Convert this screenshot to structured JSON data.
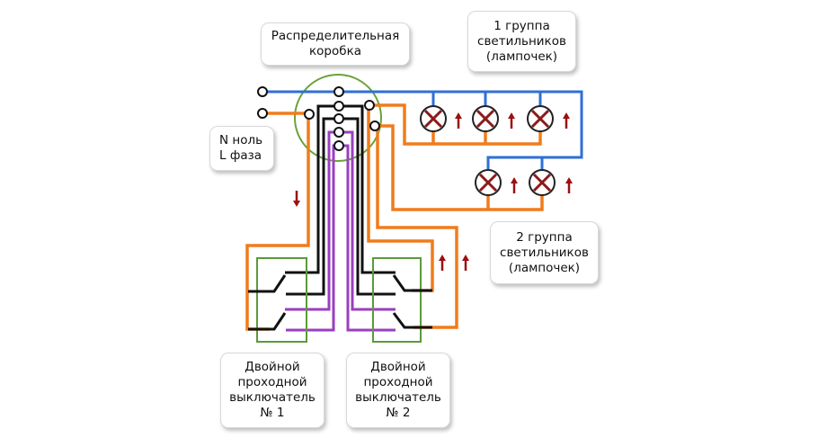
{
  "labels": {
    "junction_box": [
      "Распределительная",
      "коробка"
    ],
    "group1": [
      "1 группа",
      "светильников",
      "(лампочек)"
    ],
    "supply": [
      "N ноль",
      "L фаза"
    ],
    "group2": [
      "2 группа",
      "светильников",
      "(лампочек)"
    ],
    "switch1": [
      "Двойной",
      "проходной",
      "выключатель",
      "№ 1"
    ],
    "switch2": [
      "Двойной",
      "проходной",
      "выключатель",
      "№ 2"
    ]
  },
  "colors": {
    "neutral_wire": "#2f6fd6",
    "phase_wire": "#f07c1c",
    "traveler_black": "#111111",
    "traveler_purple": "#9a3fc0",
    "junction_box_outline": "#6aa23a",
    "switch_outline": "#5c9a3a",
    "lamp_cross": "#8b1a1a",
    "current_arrow": "#9b1010"
  }
}
